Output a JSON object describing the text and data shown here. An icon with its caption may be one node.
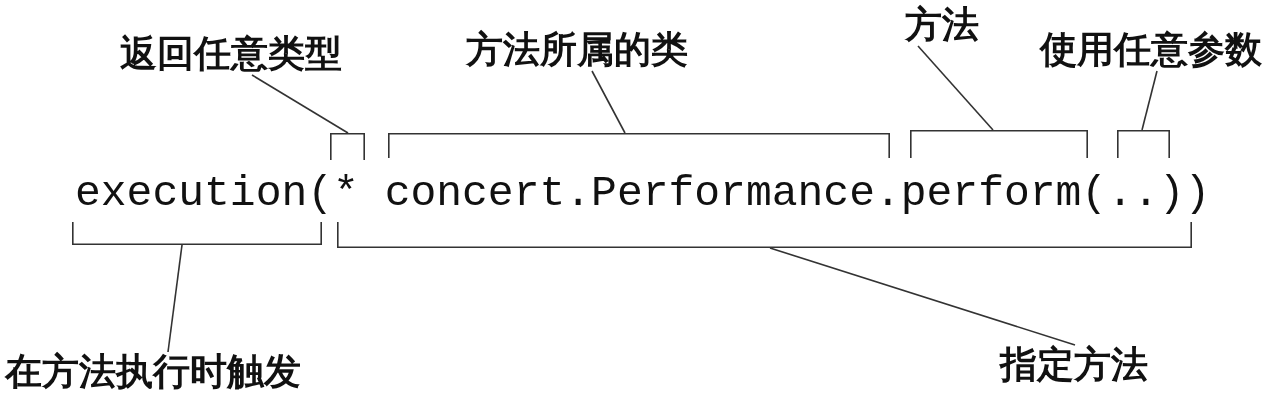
{
  "diagram": {
    "nodes": [
      {
        "text": [
          "返回任意类型"
        ]
      },
      {
        "text": [
          "方法所属的类"
        ]
      },
      {
        "text": [
          "方法"
        ]
      },
      {
        "text": [
          "使用任意参数"
        ]
      },
      {
        "text": [
          "在方法执行时触发"
        ]
      },
      {
        "text": [
          "指定方法"
        ]
      },
      {
        "text": [],
        "shape": "bracket"
      },
      {
        "text": [],
        "shape": "bracket"
      },
      {
        "text": [],
        "shape": "bracket"
      },
      {
        "text": [],
        "shape": "bracket"
      },
      {
        "text": [],
        "shape": "bracket"
      },
      {
        "text": [],
        "shape": "bracket"
      }
    ],
    "edges": [
      {
        "from": 0,
        "to": 6,
        "arrow": "none"
      },
      {
        "from": 1,
        "to": 7,
        "arrow": "none"
      },
      {
        "from": 2,
        "to": 8,
        "arrow": "none"
      },
      {
        "from": 3,
        "to": 9,
        "arrow": "none"
      },
      {
        "from": 4,
        "to": 10,
        "arrow": "none"
      },
      {
        "from": 5,
        "to": 11,
        "arrow": "none"
      }
    ],
    "labels": [
      "execution(* concert.Performance.perform(..))"
    ]
  }
}
